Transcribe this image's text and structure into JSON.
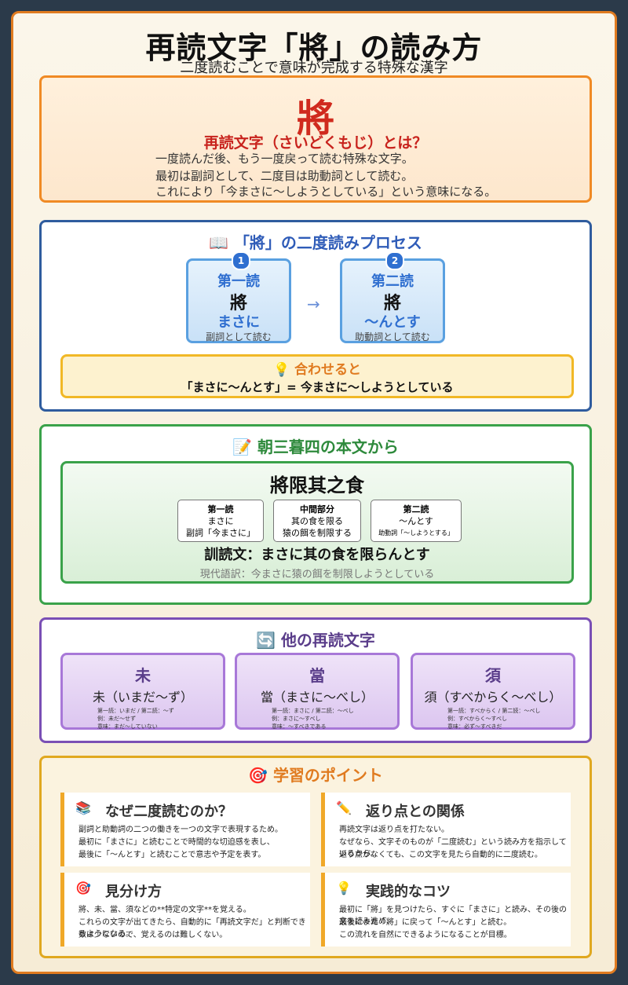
{
  "header": {
    "title": "再読文字「將」の読み方",
    "subtitle": "二度読むことで意味が完成する特殊な漢字"
  },
  "intro": {
    "char": "將",
    "heading": "再読文字（さいどくもじ）とは？",
    "lines": [
      "一度読んだ後、もう一度戻って読む特殊な文字。",
      "最初は副詞として、二度目は助動詞として読む。",
      "これにより「今まさに〜しようとしている」という意味になる。"
    ]
  },
  "process": {
    "icon": "📖",
    "heading": "「將」の二度読みプロセス",
    "first": {
      "num": "1",
      "label": "第一読",
      "char": "將",
      "reading": "まさに",
      "role": "副詞として読む"
    },
    "arrow": "→",
    "second": {
      "num": "2",
      "label": "第二読",
      "char": "將",
      "reading": "〜んとす",
      "role": "助動詞として読む"
    },
    "combine": {
      "icon": "💡",
      "heading": "合わせると",
      "text": "「まさに〜んとす」= 今まさに〜しようとしている"
    }
  },
  "example": {
    "icon": "📝",
    "heading": "朝三暮四の本文から",
    "sentence": "將限其之食",
    "parts": [
      {
        "title": "第一読",
        "l1": "まさに",
        "l2": "副詞「今まさに」"
      },
      {
        "title": "中間部分",
        "l1": "其の食を限る",
        "l2": "猿の餌を制限する"
      },
      {
        "title": "第二読",
        "l1": "〜んとす",
        "l2": "助動詞「〜しようとする」"
      }
    ],
    "kundoku": "訓読文：まさに其の食を限らんとす",
    "modern": "現代語訳：今まさに猿の餌を制限しようとしている"
  },
  "others": {
    "icon": "🔄",
    "heading": "他の再読文字",
    "items": [
      {
        "char": "未",
        "reading": "未（いまだ〜ず）",
        "l1": "第一読：いまだ / 第二読：〜ず",
        "l2": "例：未だ〜せず",
        "l3": "意味：まだ〜していない"
      },
      {
        "char": "當",
        "reading": "當（まさに〜べし）",
        "l1": "第一読：まさに / 第二読：〜べし",
        "l2": "例：まさに〜すべし",
        "l3": "意味：〜すべきである"
      },
      {
        "char": "須",
        "reading": "須（すべからく〜べし）",
        "l1": "第一読：すべからく / 第二読：〜べし",
        "l2": "例：すべからく〜すべし",
        "l3": "意味：必ず〜すべきだ"
      }
    ]
  },
  "points": {
    "icon": "🎯",
    "heading": "学習のポイント",
    "tips": [
      {
        "icon": "📚",
        "title": "なぜ二度読むのか？",
        "lines": [
          "副詞と助動詞の二つの働きを一つの文字で表現するため。",
          "最初に「まさに」と読むことで時間的な切迫感を表し、",
          "最後に「〜んとす」と読むことで意志や予定を表す。"
        ]
      },
      {
        "icon": "✏️",
        "title": "返り点との関係",
        "lines": [
          "再読文字は返り点を打たない。",
          "なぜなら、文字そのものが「二度読む」という読み方を指示しているから。",
          "返り点がなくても、この文字を見たら自動的に二度読む。"
        ]
      },
      {
        "icon": "🎯",
        "title": "見分け方",
        "lines": [
          "將、未、當、須などの**特定の文字**を覚える。",
          "これらの文字が出てきたら、自動的に「再読文字だ」と判断できるようになる。",
          "数は少ないので、覚えるのは難しくない。"
        ]
      },
      {
        "icon": "💡",
        "title": "実践的なコツ",
        "lines": [
          "最初に「將」を見つけたら、すぐに「まさに」と読み、その後の文を読み進め、",
          "最後にまた「將」に戻って「〜んとす」と読む。",
          "この流れを自然にできるようになることが目標。"
        ]
      }
    ]
  }
}
